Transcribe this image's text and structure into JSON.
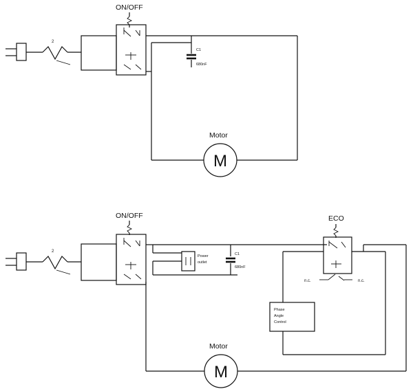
{
  "top": {
    "switch_label": "ON/OFF",
    "capacitor_name": "C1",
    "capacitor_value": "680nF",
    "fuse_label": "2",
    "motor_label": "Motor",
    "motor_symbol": "M"
  },
  "bottom": {
    "switch_label": "ON/OFF",
    "eco_label": "ECO",
    "capacitor_name": "C1",
    "capacitor_value": "680nF",
    "fuse_label": "2",
    "outlet_line1": "Power",
    "outlet_line2": "outlet",
    "nc_left": "n.c.",
    "nc_right": "n.c.",
    "phase_line1": "Phase",
    "phase_line2": "Angle",
    "phase_line3": "Control",
    "motor_label": "Motor",
    "motor_symbol": "M"
  }
}
